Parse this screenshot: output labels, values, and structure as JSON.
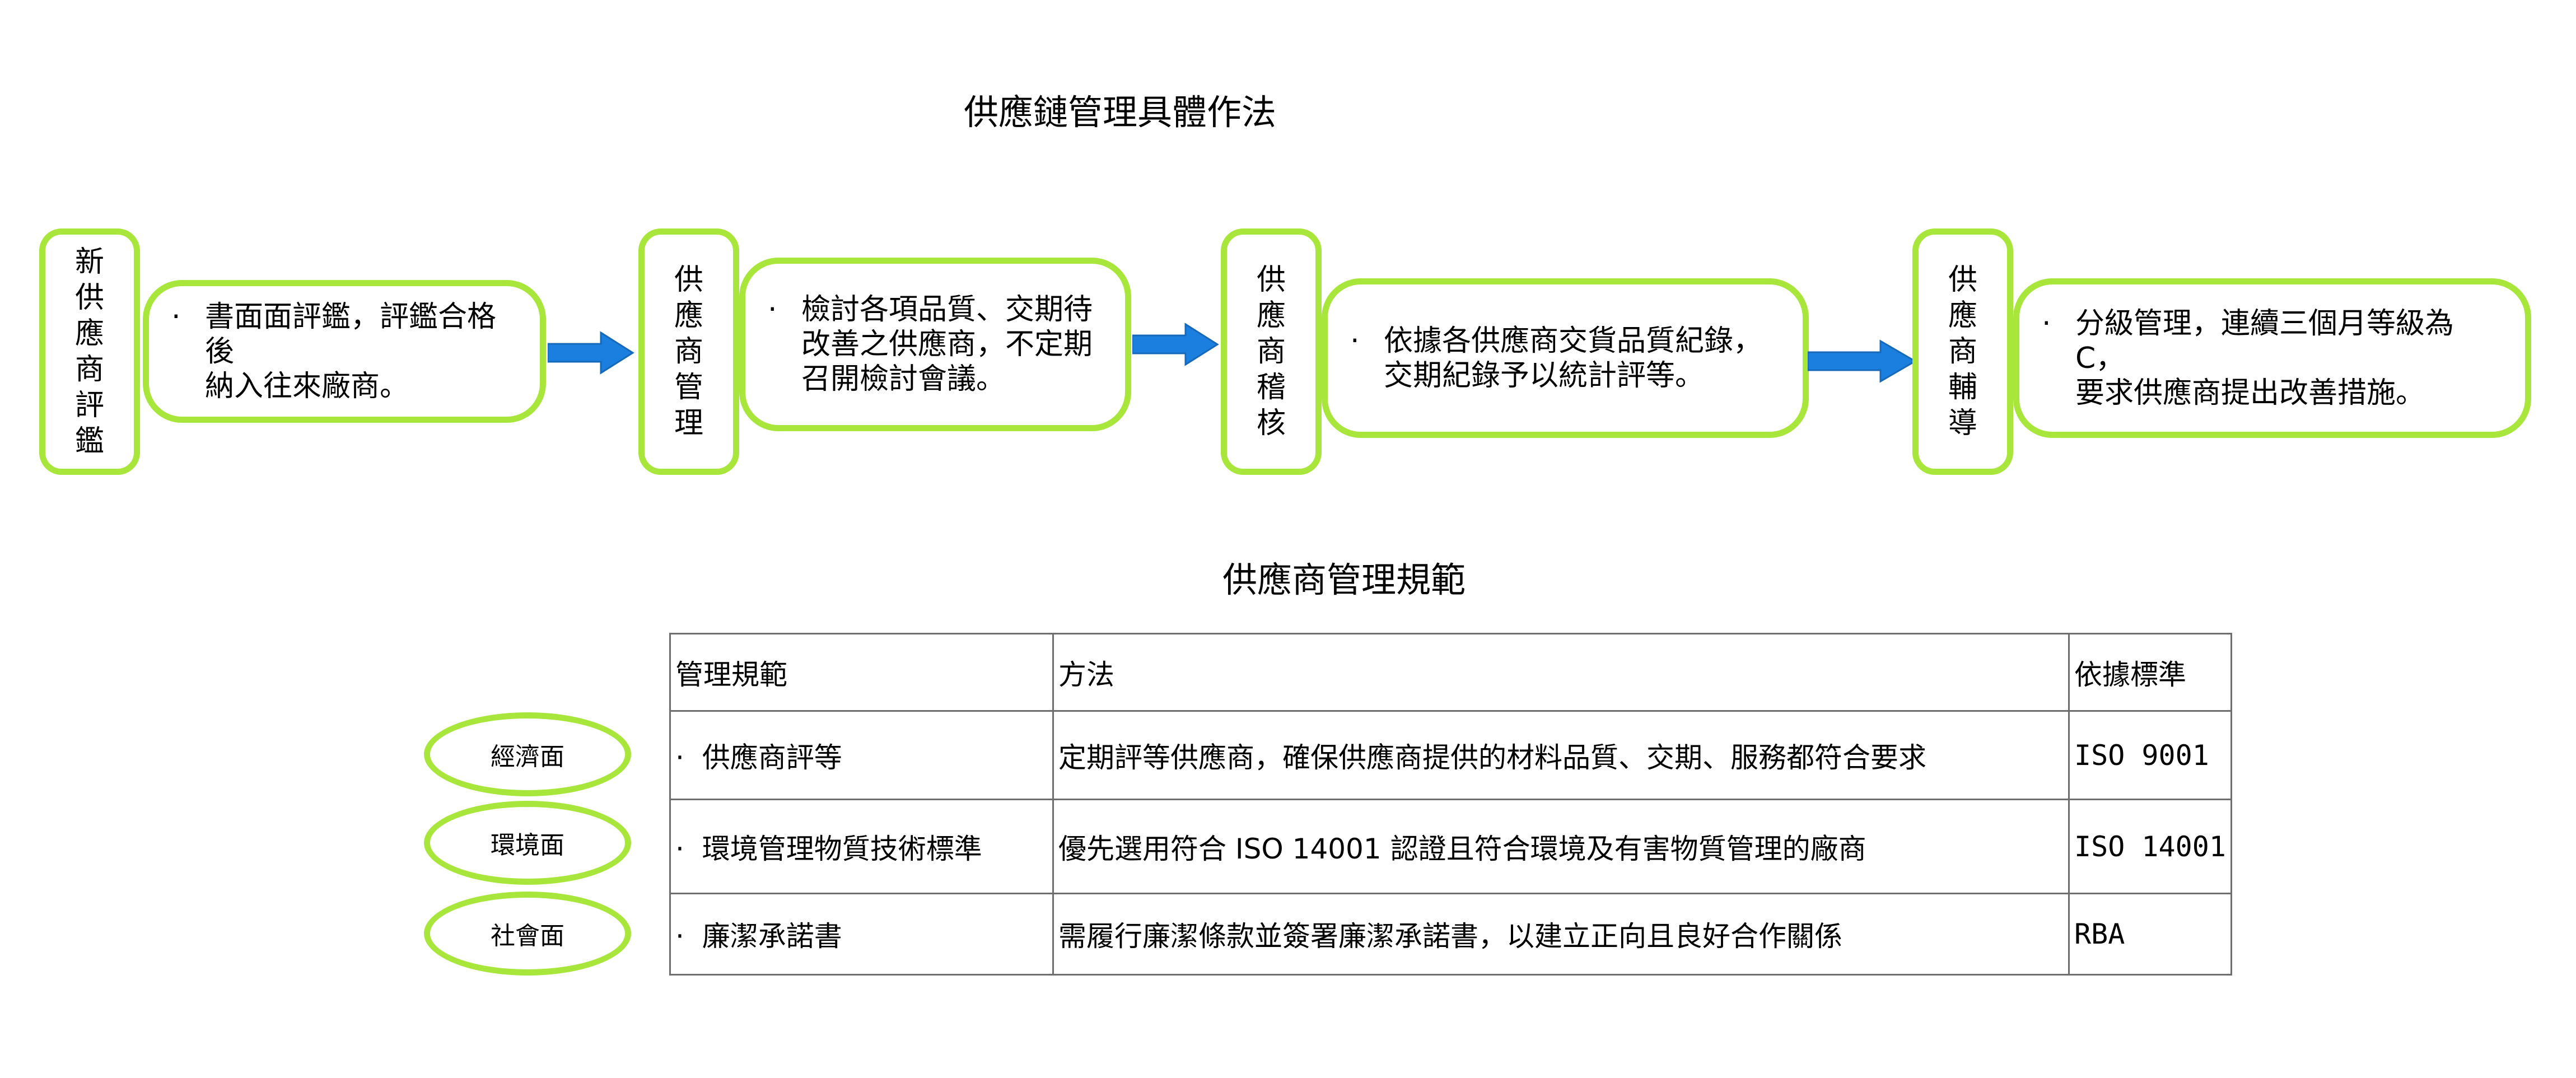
{
  "flow_title": "供應鏈管理具體作法",
  "bullet": "·",
  "steps": [
    {
      "label": "新供應商評鑑",
      "lines": [
        "書面面評鑑，評鑑合格後",
        "納入往來廠商。"
      ]
    },
    {
      "label": "供應商管理",
      "lines": [
        "檢討各項品質、交期待",
        "改善之供應商，不定期",
        "召開檢討會議。"
      ]
    },
    {
      "label": "供應商稽核",
      "lines": [
        "依據各供應商交貨品質紀錄，",
        "交期紀錄予以統計評等。"
      ]
    },
    {
      "label": "供應商輔導",
      "lines": [
        "分級管理，連續三個月等級為C，",
        "要求供應商提出改善措施。"
      ]
    }
  ],
  "table_title": "供應商管理規範",
  "table": {
    "headers": [
      "管理規範",
      "方法",
      "依據標準"
    ],
    "rows": [
      {
        "aspect": "經濟面",
        "spec": "供應商評等",
        "method": "定期評等供應商，確保供應商提供的材料品質、交期、服務都符合要求",
        "standard": "ISO 9001"
      },
      {
        "aspect": "環境面",
        "spec": "環境管理物質技術標準",
        "method": "優先選用符合 ISO 14001 認證且符合環境及有害物質管理的廠商",
        "standard": "ISO 14001"
      },
      {
        "aspect": "社會面",
        "spec": "廉潔承諾書",
        "method": "需履行廉潔條款並簽署廉潔承諾書，以建立正向且良好合作關係",
        "standard": "RBA"
      }
    ]
  },
  "colors": {
    "border": "#a8e63c",
    "arrow": "#1b7fe0",
    "grid": "#6e6e6e"
  }
}
